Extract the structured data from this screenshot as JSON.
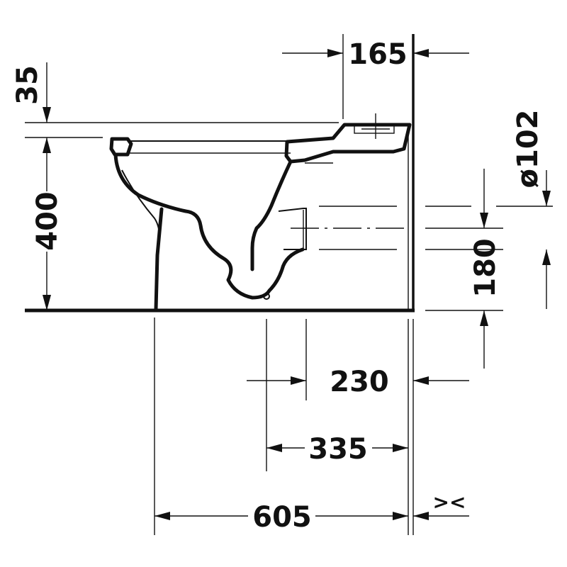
{
  "dimensions": {
    "wall_gap": "165",
    "seat_thickness": "35",
    "seat_height": "400",
    "outlet_diameter": "ø102",
    "outlet_height": "180",
    "outlet_wall_distance": "230",
    "bowl_outlet_distance": "335",
    "overall_depth": "605",
    "tolerance_mark": "><"
  },
  "colors": {
    "line": "#111111",
    "background": "#ffffff"
  }
}
